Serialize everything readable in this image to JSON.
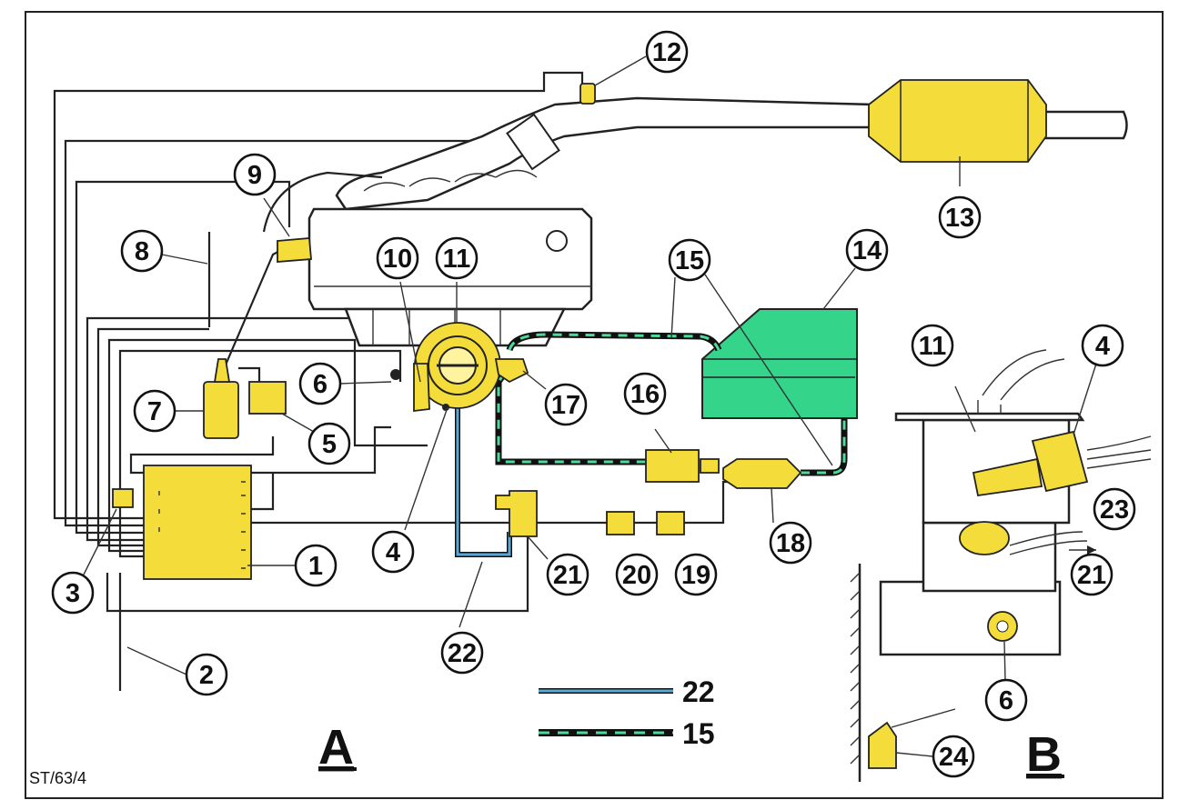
{
  "callouts": [
    "1",
    "2",
    "3",
    "4",
    "5",
    "6",
    "7",
    "8",
    "9",
    "10",
    "11",
    "12",
    "13",
    "14",
    "15",
    "16",
    "17",
    "18",
    "19",
    "20",
    "21",
    "22",
    "23",
    "24"
  ],
  "view_labels": {
    "a": "A",
    "b": "B"
  },
  "legend": [
    {
      "label": "22",
      "color": "#5aa7d8"
    },
    {
      "label": "15",
      "color": "#4fd99a"
    }
  ],
  "drawing_code": "ST/63/4",
  "colors": {
    "component": "#f4dd3a",
    "canister": "#34d58a",
    "vacuum_line": "#5aa7d8",
    "vapor_line": "#4fd99a"
  }
}
